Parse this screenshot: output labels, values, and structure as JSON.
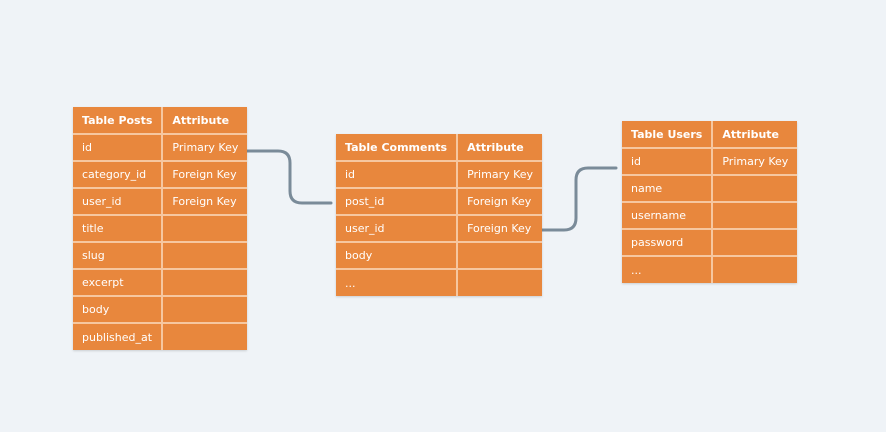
{
  "tables": [
    {
      "id": "table-posts",
      "name_header": "Table Posts",
      "attr_header": "Attribute",
      "rows": [
        {
          "name": "id",
          "attr": "Primary Key"
        },
        {
          "name": "category_id",
          "attr": "Foreign Key"
        },
        {
          "name": "user_id",
          "attr": "Foreign Key"
        },
        {
          "name": "title",
          "attr": ""
        },
        {
          "name": "slug",
          "attr": ""
        },
        {
          "name": "excerpt",
          "attr": ""
        },
        {
          "name": "body",
          "attr": ""
        },
        {
          "name": "published_at",
          "attr": ""
        }
      ]
    },
    {
      "id": "table-comments",
      "name_header": "Table Comments",
      "attr_header": "Attribute",
      "rows": [
        {
          "name": "id",
          "attr": "Primary Key"
        },
        {
          "name": "post_id",
          "attr": "Foreign Key"
        },
        {
          "name": "user_id",
          "attr": "Foreign Key"
        },
        {
          "name": "body",
          "attr": ""
        },
        {
          "name": "...",
          "attr": ""
        }
      ]
    },
    {
      "id": "table-users",
      "name_header": "Table Users",
      "attr_header": "Attribute",
      "rows": [
        {
          "name": "id",
          "attr": "Primary Key"
        },
        {
          "name": "name",
          "attr": ""
        },
        {
          "name": "username",
          "attr": ""
        },
        {
          "name": "password",
          "attr": ""
        },
        {
          "name": "...",
          "attr": ""
        }
      ]
    }
  ],
  "colors": {
    "background": "#eff3f7",
    "table_fill": "#e8873d",
    "cell_border": "#f6c7a0",
    "connector": "#7a8b99",
    "text": "#ffffff"
  }
}
